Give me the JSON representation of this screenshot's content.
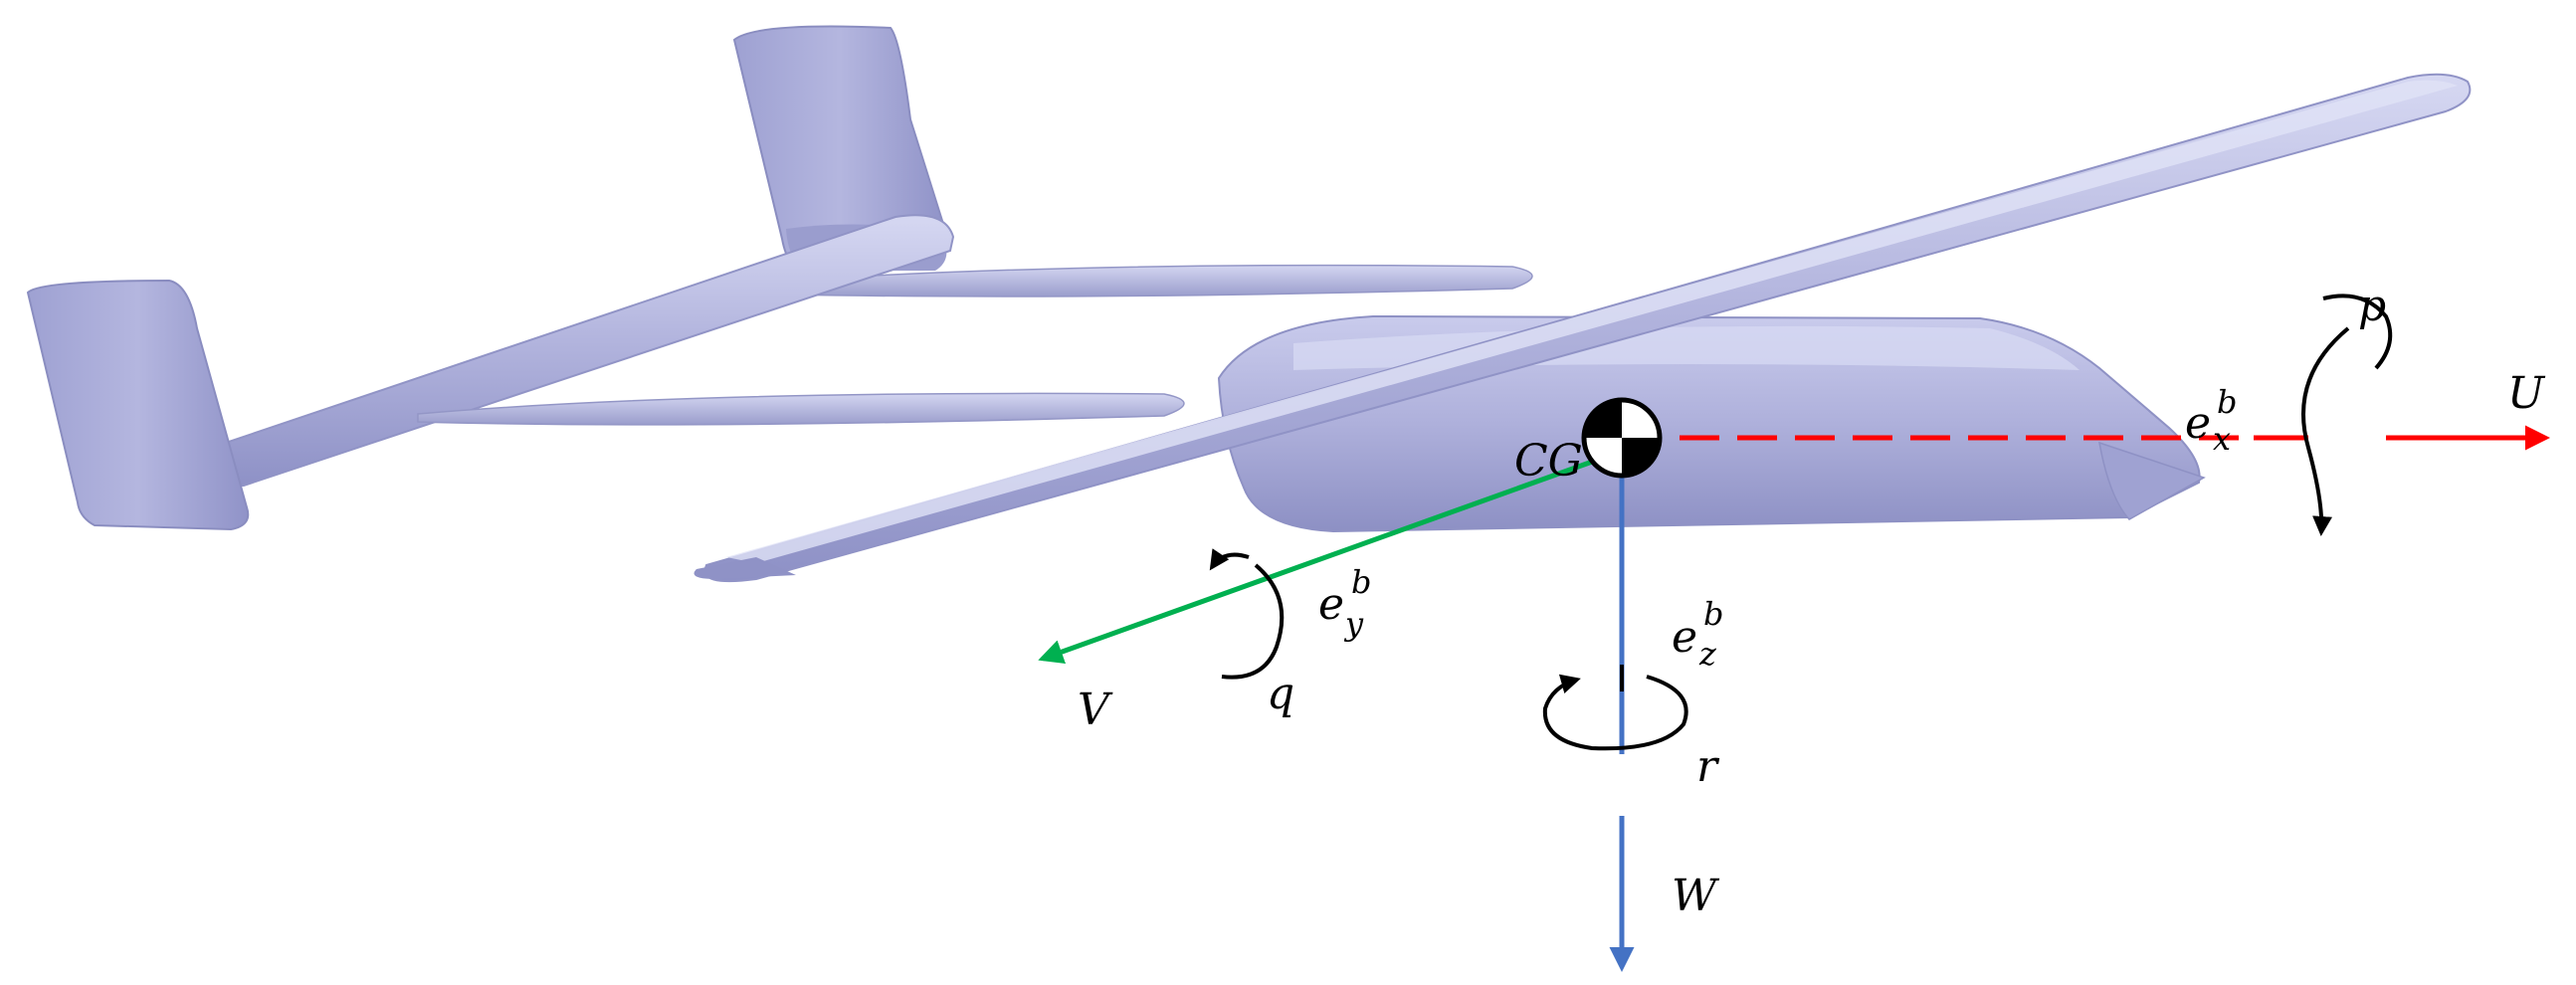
{
  "labels": {
    "cg": "CG",
    "ex_e": "e",
    "ex_sup": "b",
    "ex_sub": "x",
    "ey_e": "e",
    "ey_sup": "b",
    "ey_sub": "y",
    "ez_e": "e",
    "ez_sup": "b",
    "ez_sub": "z",
    "U": "U",
    "V": "V",
    "W": "W",
    "p": "p",
    "q": "q",
    "r": "r"
  },
  "colors": {
    "x_axis": "#ff0000",
    "y_axis": "#00b050",
    "z_axis": "#4472c4",
    "aircraft_body": "#a9abd6",
    "aircraft_shade": "#8c8fc4",
    "aircraft_light": "#cfd1ef",
    "rotation_arrows": "#000000"
  }
}
